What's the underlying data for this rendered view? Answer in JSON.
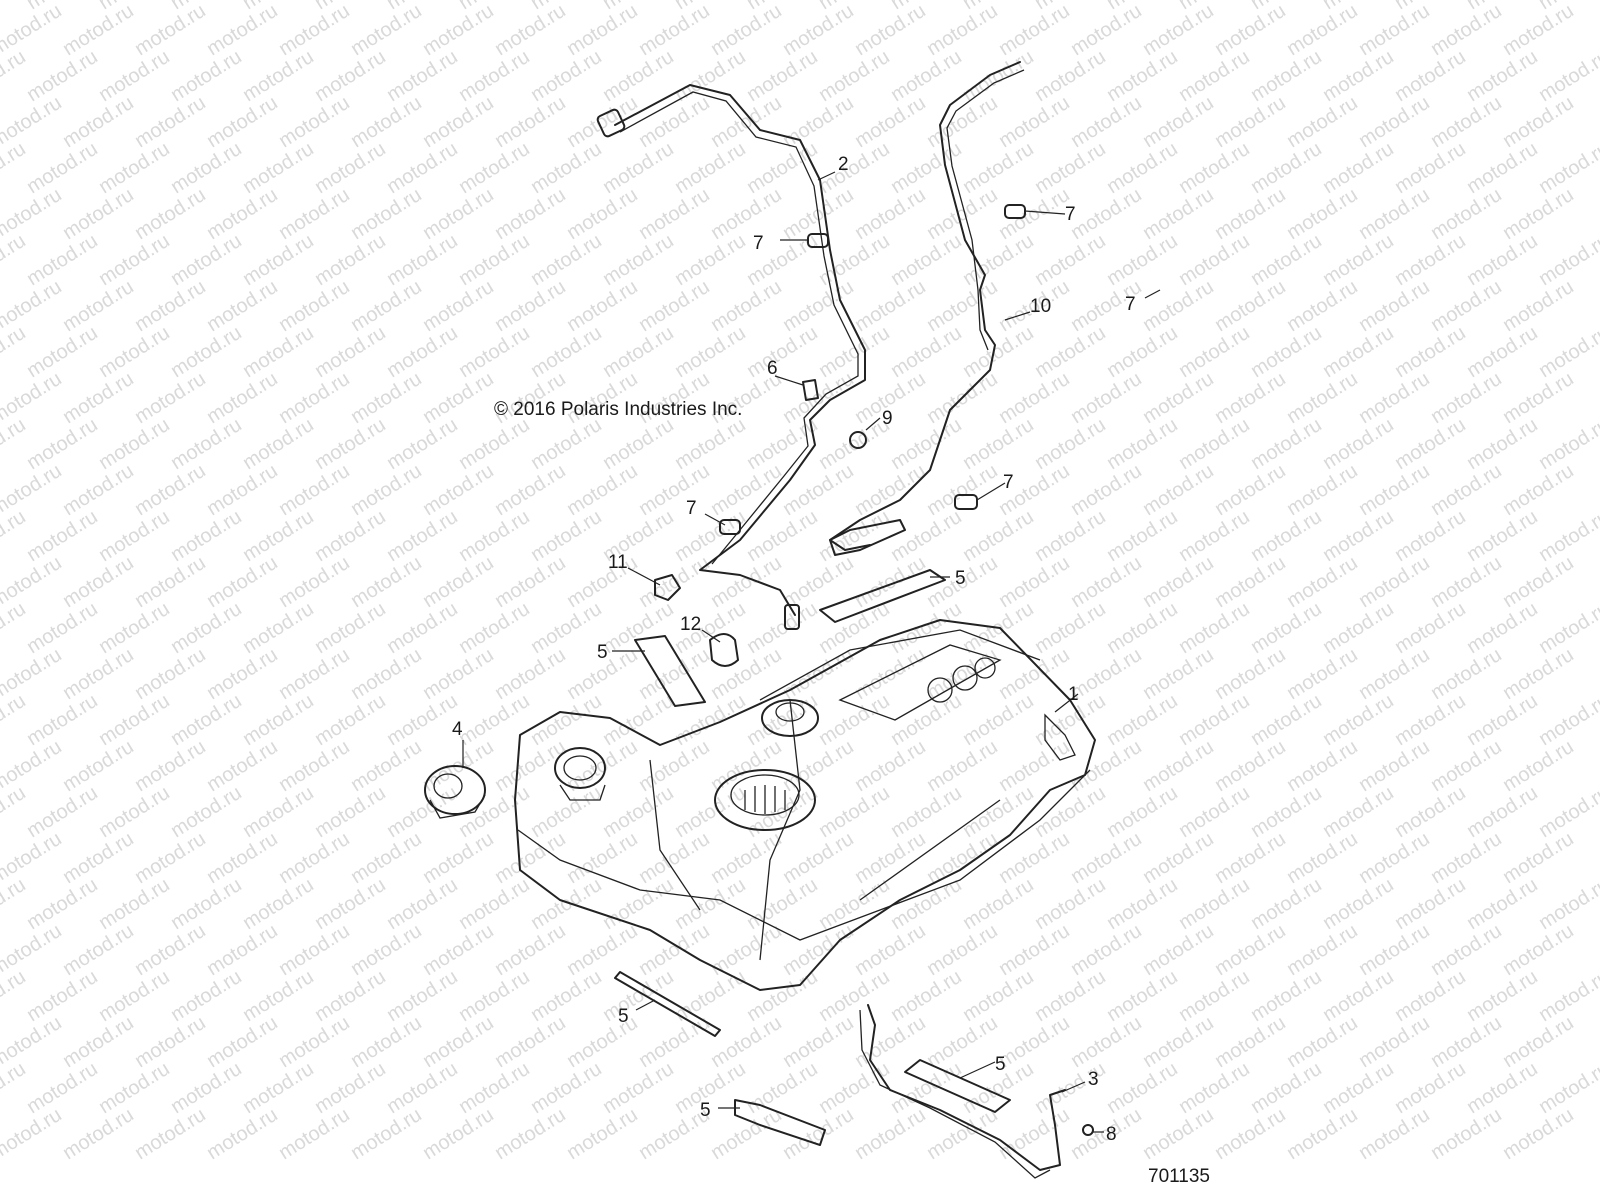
{
  "copyright": "© 2016 Polaris Industries Inc.",
  "diagram_number": "701135",
  "watermark": "motod.ru",
  "callouts": {
    "fuel_tank": "1",
    "vent_line_2": "2",
    "tank_strap": "3",
    "fuel_cap": "4",
    "pad_top_right": "5",
    "pad_left": "5",
    "pad_bottom_left": "5",
    "pad_bottom_right": "5",
    "pad_bottom_center": "5",
    "clamp_6": "6",
    "clip_upper_left": "7",
    "clip_upper_right": "7",
    "clip_far_right": "7",
    "clip_mid_left": "7",
    "clip_mid_right": "7",
    "screw_8": "8",
    "clamp_9": "9",
    "vent_line_10": "10",
    "clip_11": "11",
    "seal_12": "12"
  }
}
